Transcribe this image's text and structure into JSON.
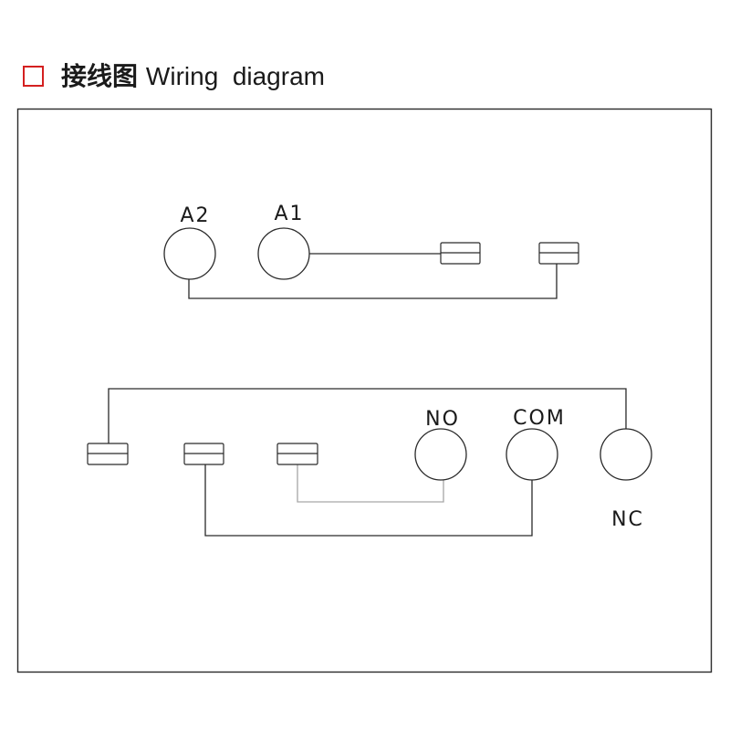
{
  "header": {
    "title_cn": "接线图",
    "title_en": "Wiring  diagram"
  },
  "terminals": {
    "a2": "A2",
    "a1": "A1",
    "no": "NO",
    "com": "COM",
    "nc": "NC"
  },
  "colors": {
    "accent": "#d42020",
    "line": "#2a2a2a",
    "gray_wire": "#a6a6a6"
  }
}
